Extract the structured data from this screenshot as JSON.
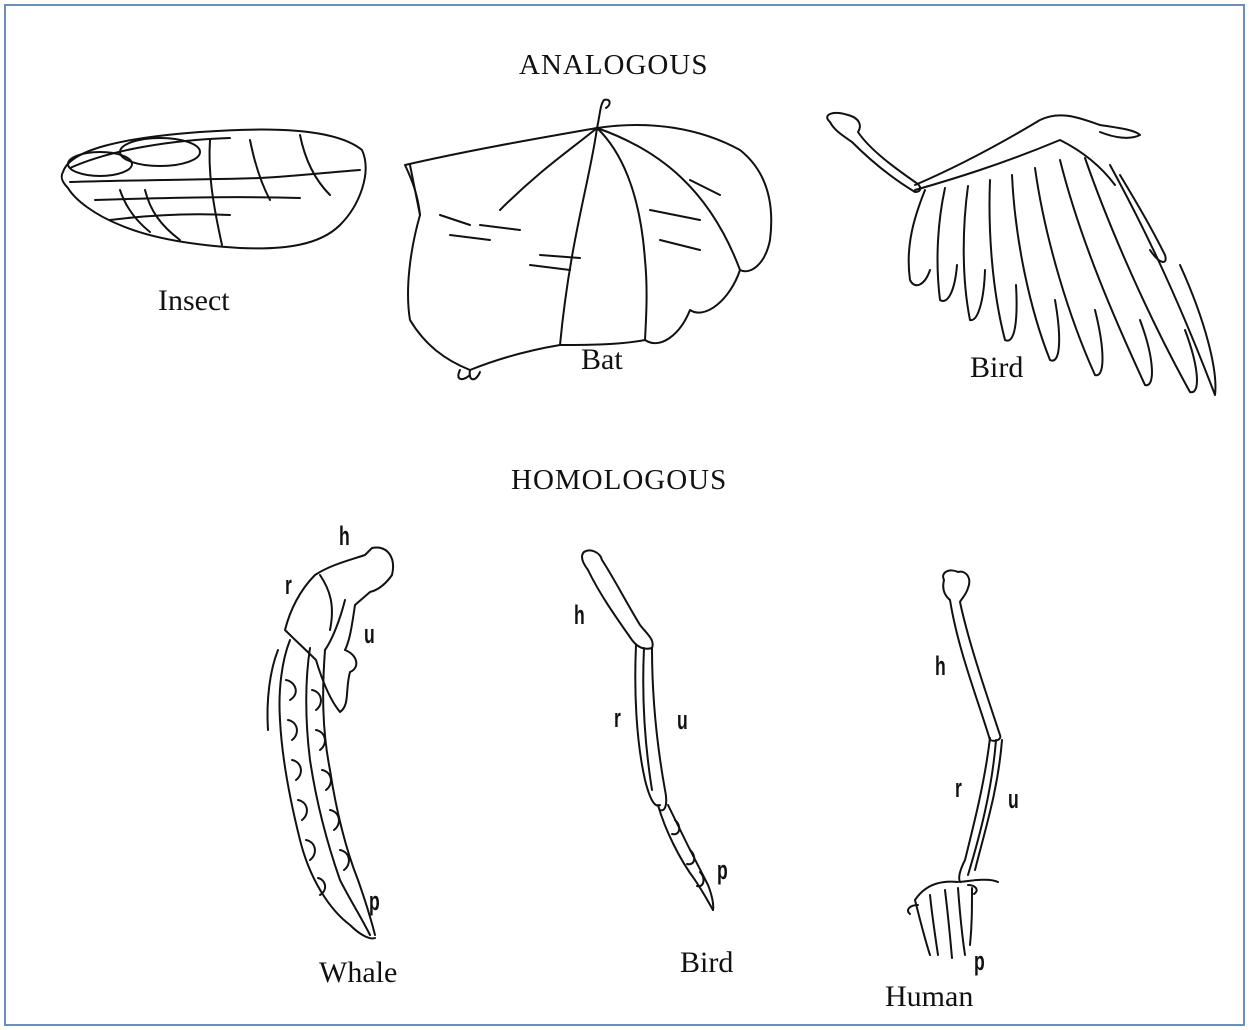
{
  "analogous": {
    "heading": "ANALOGOUS",
    "insect_label": "Insect",
    "bat_label": "Bat",
    "bird_label": "Bird"
  },
  "homologous": {
    "heading": "HOMOLOGOUS",
    "whale": {
      "label": "Whale",
      "h": "h",
      "r": "r",
      "u": "u",
      "p": "p"
    },
    "bird": {
      "label": "Bird",
      "h": "h",
      "r": "r",
      "u": "u",
      "p": "p"
    },
    "human": {
      "label": "Human",
      "h": "h",
      "r": "r",
      "u": "u",
      "p": "p"
    }
  }
}
